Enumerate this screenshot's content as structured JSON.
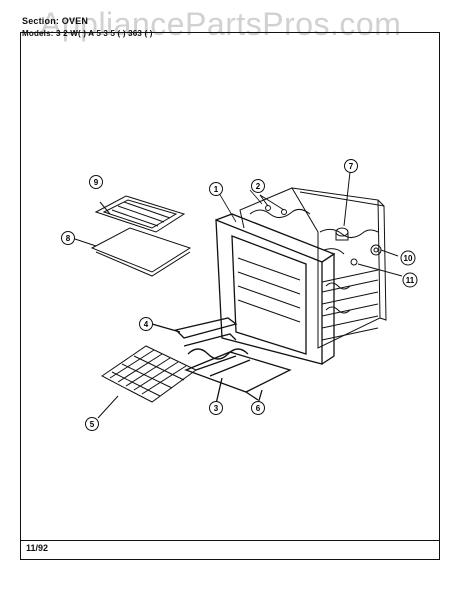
{
  "header": {
    "section": "Section: OVEN",
    "models": "Models: 3 2 W( )  A 5 3 5 ( )  363 ( )"
  },
  "watermark": "AppliancePartsPros.com",
  "callouts": [
    "1",
    "2",
    "3",
    "4",
    "5",
    "6",
    "7",
    "8",
    "9",
    "10",
    "11"
  ],
  "footer": {
    "date": "11/92"
  }
}
